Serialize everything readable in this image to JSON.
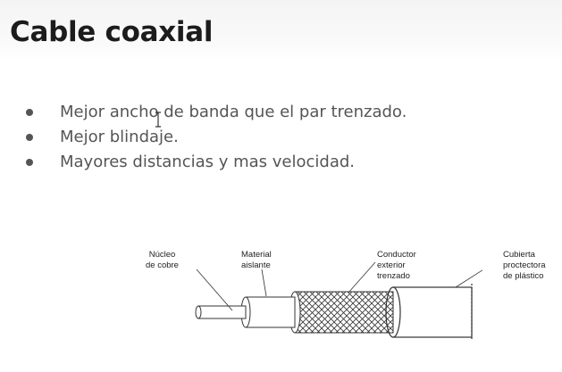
{
  "slide": {
    "title": "Cable coaxial",
    "bullets": [
      "Mejor ancho de banda que el par trenzado.",
      "Mejor blindaje.",
      "Mayores distancias y mas velocidad."
    ]
  },
  "diagram": {
    "labels": {
      "core": "Núcleo\nde cobre",
      "insulator": "Material\naislante",
      "outer_conductor": "Conductor\nexterior\ntrenzado",
      "jacket": "Cubierta\nproctectora\nde plástico"
    }
  },
  "icons": {
    "cursor": "text-cursor-icon"
  },
  "colors": {
    "title": "#1c1c1c",
    "text": "#555555",
    "background": "#ffffff"
  }
}
